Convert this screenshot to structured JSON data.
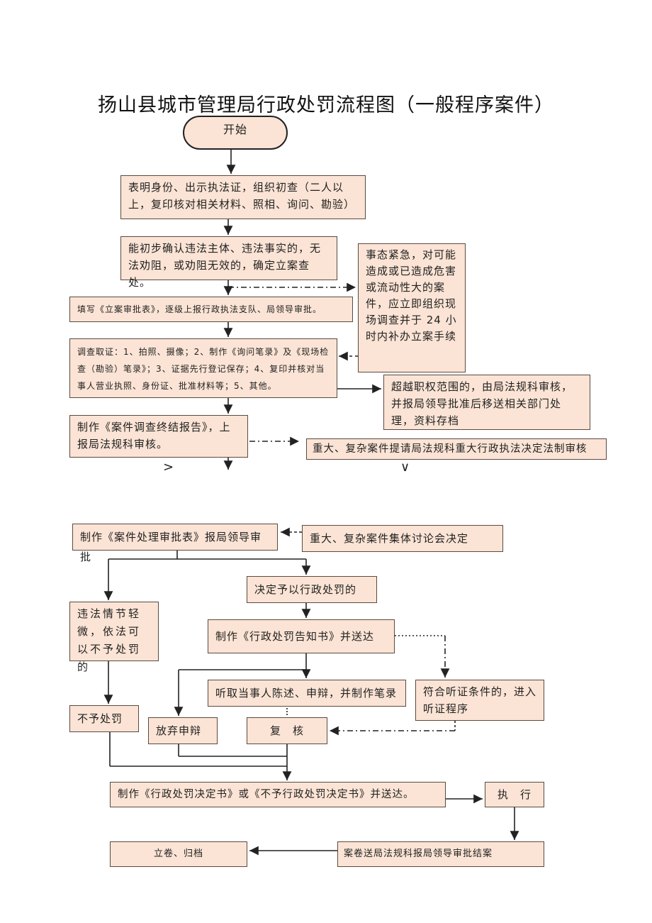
{
  "title": "扬山县城市管理局行政处罚流程图（一般程序案件）",
  "nodes": {
    "start": "开始",
    "identify": "表明身份、出示执法证，组织初查（二人以上，复印核对相关材料、照相、询问、勘验）",
    "confirm": "能初步确认违法主体、违法事实的，无法劝阻，或劝阻无效的，确定立案查处。",
    "urgent": "事态紧急，对可能造成或已造成危害或流动性大的案件，应立即组织现场调查并于 24 小时内补办立案手续",
    "fill_form": "填写《立案审批表》，逐级上报行政执法支队、局领导审批。",
    "investigate": "调查取证：1、拍照、摄像；2、制作《询问笔录》及《现场检查（勘验）笔录》；3、证据先行登记保存；4、复印并核对当事人营业执照、身份证、批准材料等；5、其他。",
    "beyond_scope": "超越职权范围的，由局法规科审核，并报局领导批准后移送相关部门处理，资料存档",
    "final_report": "制作《案件调查终结报告》，上报局法规科审核。",
    "major_review": "重大、复杂案件提请局法规科重大行政执法决定法制审核",
    "approval_form": "制作《案件处理审批表》报局领导审批",
    "collective": "重大、复杂案件集体讨论会决定",
    "decide_penalty": "决定予以行政处罚的",
    "minor": "违法情节轻微，依法可以不予处罚的",
    "notice": "制作《行政处罚告知书》并送达",
    "hearing": "符合听证条件的，进入听证程序",
    "statement": "听取当事人陈述、申辩，并制作笔录",
    "no_penalty": "不予处罚",
    "waive": "放弃申辩",
    "recheck": "复　核",
    "decision": "制作《行政处罚决定书》或《不予行政处罚决定书》并送达。",
    "execute": "执　行",
    "archive": "立卷、归档",
    "close": "案卷送局法规科报局领导审批结案"
  },
  "glyphs": {
    "left_mark": ">",
    "right_mark": "∨"
  },
  "colors": {
    "box_fill": "#fbe4d5",
    "box_border": "#5a4a40",
    "line": "#222222"
  }
}
